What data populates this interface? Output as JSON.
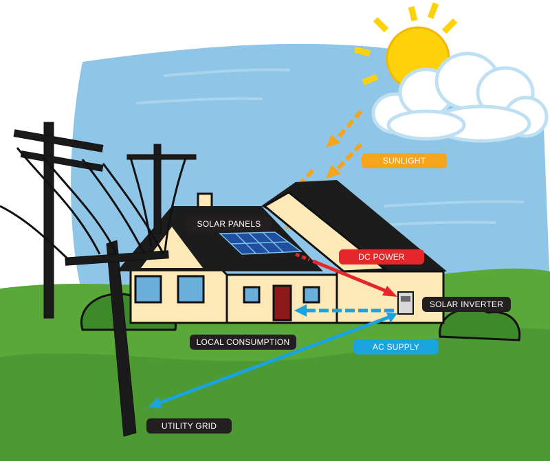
{
  "labels": {
    "sunlight": "SUNLIGHT",
    "solar_panels": "SOLAR PANELS",
    "dc_power": "DC POWER",
    "solar_inverter": "SOLAR INVERTER",
    "local_consumption": "LOCAL CONSUMPTION",
    "ac_supply": "AC SUPPLY",
    "utility_grid": "UTILITY GRID"
  },
  "colors": {
    "sunlight": "#f5a51b",
    "dc_power": "#e5262b",
    "ac_supply": "#1aa3dd",
    "label_dark": "#231f20",
    "sky": "#8fc5e6",
    "grass": "#5aa83a",
    "house_wall": "#fde9b8",
    "roof": "#1c1c1c",
    "sun": "#fdd20a"
  }
}
